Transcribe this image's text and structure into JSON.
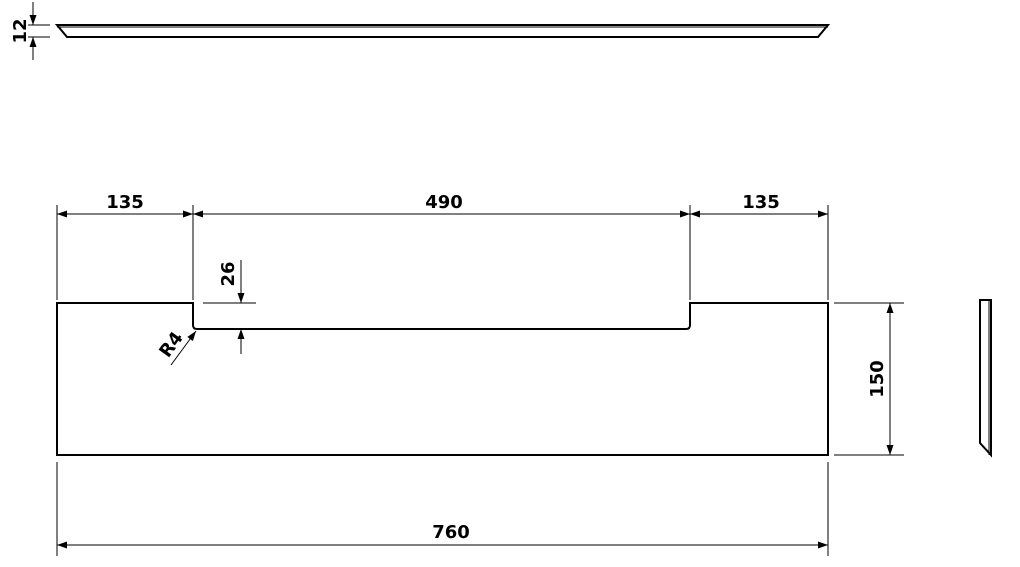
{
  "dimensions": {
    "thickness": "12",
    "left_inset": "135",
    "center_width": "490",
    "right_inset": "135",
    "notch_depth": "26",
    "corner_radius": "R4",
    "height": "150",
    "total_width": "760"
  }
}
